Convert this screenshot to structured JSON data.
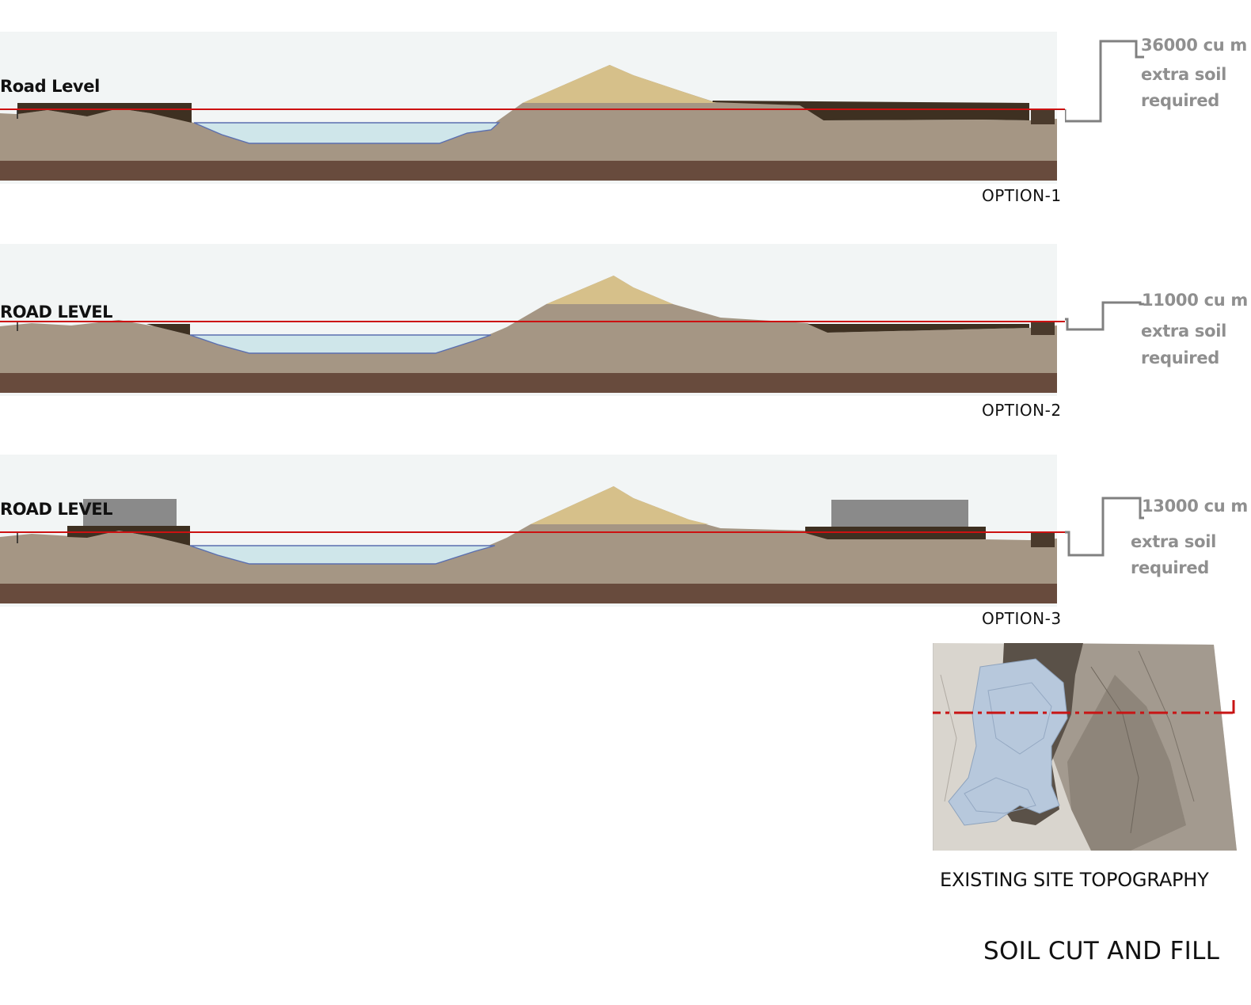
{
  "page": {
    "title": "SOIL CUT AND FILL"
  },
  "sections": [
    {
      "road_label": "Road Level",
      "option_label": "OPTION-1",
      "volume": "36000 cu m",
      "note_line1": "extra soil",
      "note_line2": "required"
    },
    {
      "road_label": "ROAD LEVEL",
      "option_label": "OPTION-2",
      "volume": "11000 cu m",
      "note_line1": "extra soil",
      "note_line2": "required"
    },
    {
      "road_label": "ROAD LEVEL",
      "option_label": "OPTION-3",
      "volume": "13000 cu m",
      "note_line1": "extra soil",
      "note_line2": "required"
    }
  ],
  "map": {
    "caption": "EXISTING SITE  TOPOGRAPHY"
  },
  "colors": {
    "sky": "#f2f5f5",
    "ground": "#a59684",
    "bedrock": "#684b3d",
    "water": "#cfe6ea",
    "mound": "#d6c08a",
    "fill": "#3e3021",
    "building": "#8a8a8a",
    "road_line": "#cc1111",
    "bracket": "#808080"
  }
}
